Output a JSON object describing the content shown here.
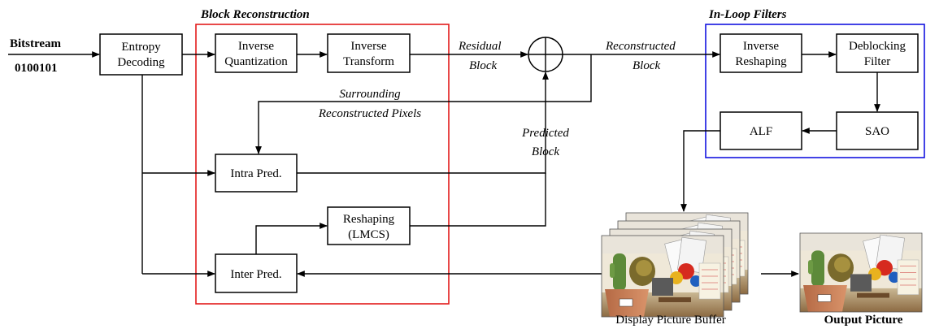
{
  "input": {
    "title": "Bitstream",
    "bits": "0100101"
  },
  "groups": {
    "block_reconstruction": "Block Reconstruction",
    "in_loop_filters": "In-Loop Filters"
  },
  "blocks": {
    "entropy_decoding": [
      "Entropy",
      "Decoding"
    ],
    "inverse_quantization": [
      "Inverse",
      "Quantization"
    ],
    "inverse_transform": [
      "Inverse",
      "Transform"
    ],
    "intra_pred": [
      "Intra Pred."
    ],
    "inter_pred": [
      "Inter Pred."
    ],
    "reshaping_lmcs": [
      "Reshaping",
      "(LMCS)"
    ],
    "inverse_reshaping": [
      "Inverse",
      "Reshaping"
    ],
    "deblocking_filter": [
      "Deblocking",
      "Filter"
    ],
    "sao": [
      "SAO"
    ],
    "alf": [
      "ALF"
    ]
  },
  "edge_labels": {
    "residual_block": [
      "Residual",
      "Block"
    ],
    "reconstructed_block": [
      "Reconstructed",
      "Block"
    ],
    "surrounding_pixels": [
      "Surrounding",
      "Reconstructed Pixels"
    ],
    "predicted_block": [
      "Predicted",
      "Block"
    ]
  },
  "outputs": {
    "display_picture_buffer": "Display Picture Buffer",
    "output_picture": "Output Picture"
  },
  "colors": {
    "block_reconstruction_frame": "#e21b1b",
    "in_loop_filters_frame": "#1414e0"
  }
}
